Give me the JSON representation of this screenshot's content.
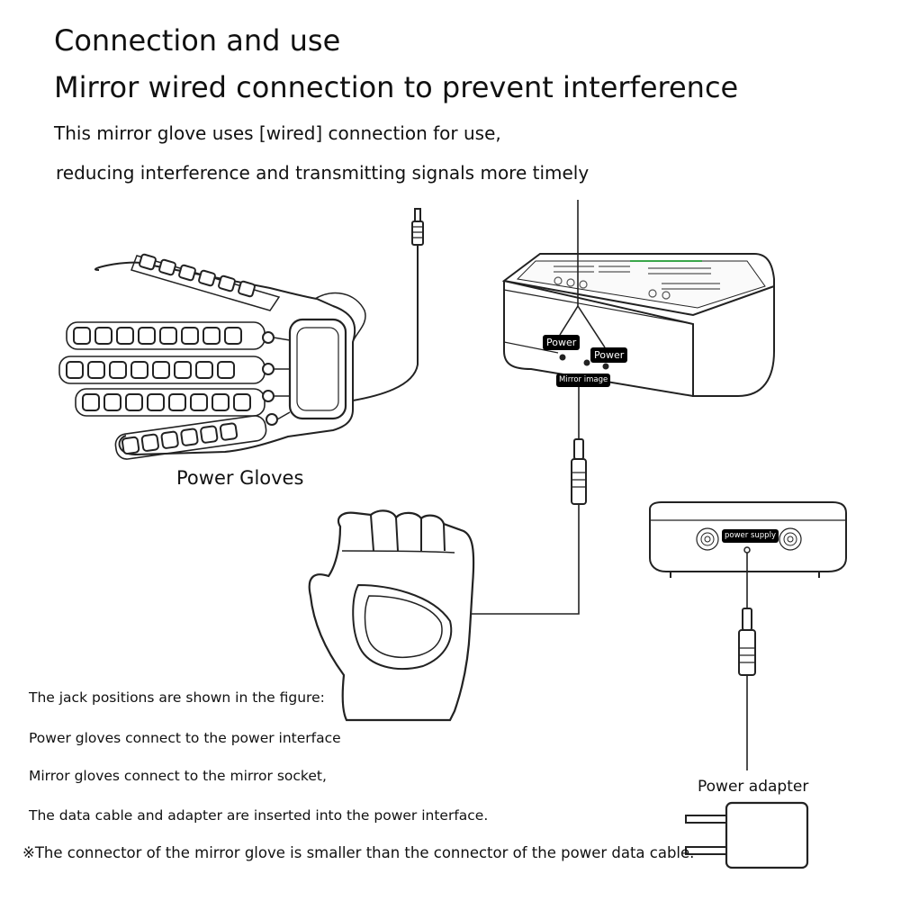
{
  "header": {
    "title": "Connection and use",
    "subtitle": "Mirror wired connection to prevent interference",
    "description_line1": "This mirror glove uses [wired] connection for use,",
    "description_line2": "reducing interference and transmitting signals more timely"
  },
  "labels": {
    "power_gloves": "Power Gloves",
    "power_adapter": "Power adapter",
    "port_power_left": "Power",
    "port_power_right": "Power",
    "port_mirror": "Mirror image",
    "port_supply": "power supply"
  },
  "notes": [
    "The jack positions are shown in the figure:",
    "Power gloves connect to the power interface",
    "Mirror gloves connect to the mirror socket,",
    "The data cable and adapter are inserted into the power interface.",
    "※The connector of the mirror glove is smaller than the connector of the power data cable."
  ],
  "colors": {
    "line": "#222222",
    "display_green": "#3aa64a",
    "tag_bg": "#000000"
  },
  "icons": [
    "power-glove-icon",
    "mirror-glove-icon",
    "control-box-icon",
    "control-box-rear-icon",
    "power-adapter-icon",
    "jack-connector-icon"
  ]
}
